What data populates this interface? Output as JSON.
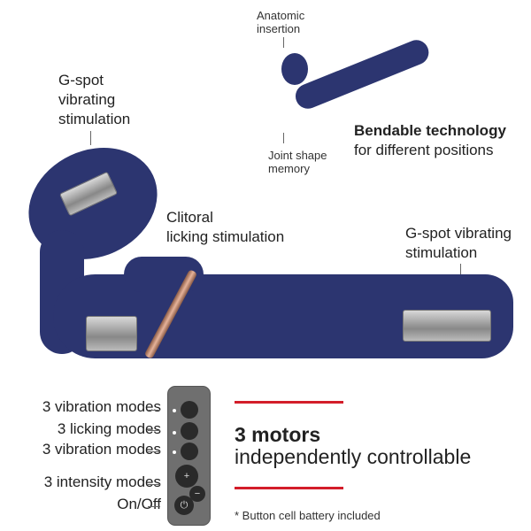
{
  "top_figure": {
    "anatomic_label": [
      "Anatomic",
      "insertion"
    ],
    "joint_label": [
      "Joint shape",
      "memory"
    ],
    "headline_bold": "Bendable technology",
    "headline_regular": "for different positions"
  },
  "main_figure": {
    "gspot_left": [
      "G-spot",
      "vibrating",
      "stimulation"
    ],
    "clitoral": [
      "Clitoral",
      "licking stimulation"
    ],
    "gspot_right": [
      "G-spot vibrating",
      "stimulation"
    ]
  },
  "remote": {
    "modes": [
      "3 vibration modes",
      "3 licking modes",
      "3 vibration modes",
      "3 intensity modes",
      "On/Off"
    ],
    "plus": "+",
    "minus": "−",
    "power": "⏻"
  },
  "motors": {
    "bold": "3 motors",
    "regular": "independently controllable",
    "footnote": "* Button cell battery included"
  },
  "colors": {
    "product": "#2c3570",
    "accent_red": "#d31d2a",
    "ring": "#d9a48a"
  }
}
